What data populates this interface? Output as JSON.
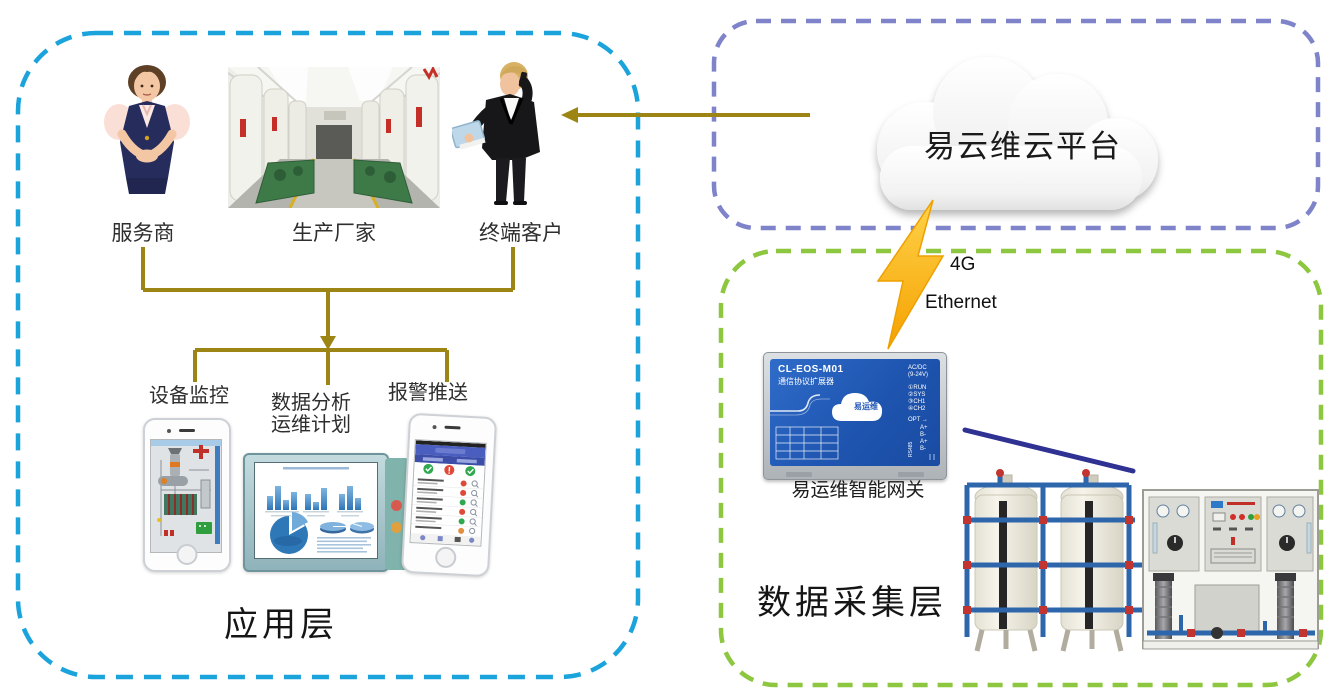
{
  "app_layer": {
    "label": "应用层",
    "actors": [
      {
        "label": "服务商"
      },
      {
        "label": "生产厂家"
      },
      {
        "label": "终端客户"
      }
    ],
    "functions": [
      {
        "label": "设备监控"
      },
      {
        "label": "数据分析",
        "label2": "运维计划"
      },
      {
        "label": "报警推送"
      }
    ]
  },
  "cloud_layer": {
    "label": "易云维云平台"
  },
  "links": {
    "bolt_top": "4G",
    "bolt_bottom": "Ethernet"
  },
  "data_layer": {
    "label": "数据采集层",
    "gateway_caption": "易运维智能网关",
    "gateway": {
      "model": "CL-EOS-M01",
      "subtitle": "通信协议扩展器",
      "brand": "易运维",
      "power_label": "AC/DC",
      "power_range": "(9-24V)",
      "led_labels": [
        "①RUN",
        "②SYS",
        "③CH1",
        "④CH2"
      ],
      "opt_label": "OPT →",
      "bus_label": "RS485",
      "terminal_labels": [
        "A+",
        "B-",
        "A+",
        "B-"
      ]
    }
  },
  "colors": {
    "app_box_dash": "#1ba3dc",
    "cloud_box_dash": "#7e83ca",
    "data_box_dash": "#8dc63f",
    "connector_olive": "#9c8514",
    "lightning_yellow": "#ffb81c",
    "pointer_navy": "#2f3193",
    "gateway_blue": "#2257b8"
  }
}
